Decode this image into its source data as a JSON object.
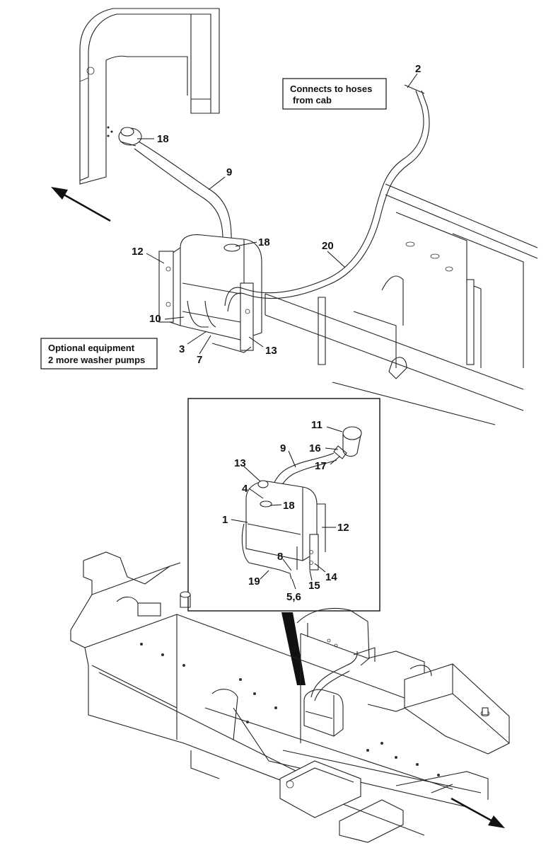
{
  "notes": {
    "hoses": [
      "Connects to hoses",
      "from cab"
    ],
    "optional": [
      "Optional equipment",
      "2 more washer pumps"
    ]
  },
  "callouts_top": {
    "c2": "2",
    "c18a": "18",
    "c9": "9",
    "c18b": "18",
    "c12": "12",
    "c20": "20",
    "c10": "10",
    "c3": "3",
    "c7": "7",
    "c13": "13"
  },
  "callouts_detail": {
    "c11": "11",
    "c16": "16",
    "c9": "9",
    "c17": "17",
    "c13": "13",
    "c4": "4",
    "c18": "18",
    "c1": "1",
    "c12": "12",
    "c8": "8",
    "c14": "14",
    "c19": "19",
    "c15": "15",
    "c56": "5,6"
  },
  "icons": [
    "direction-arrow-icon"
  ]
}
